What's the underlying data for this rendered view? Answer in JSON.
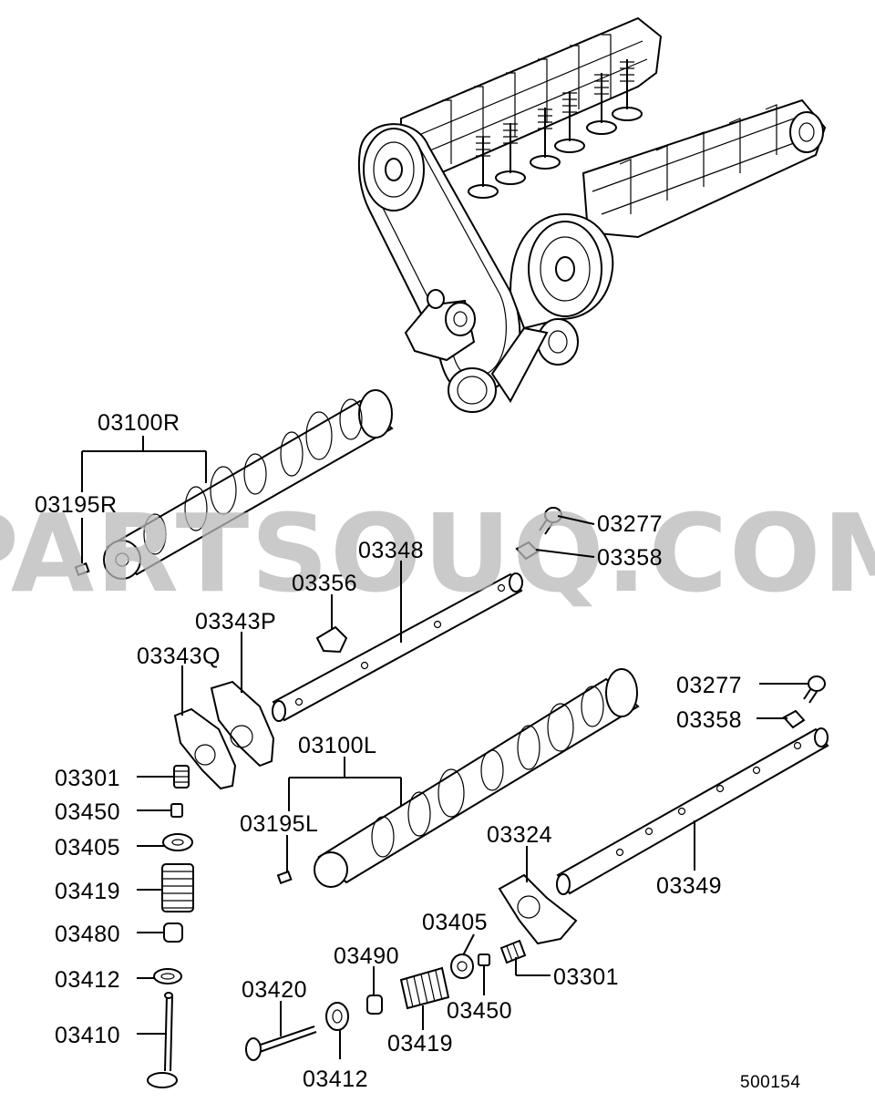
{
  "watermark": "PARTSOUQ.COM",
  "diagram_code": "500154",
  "labels": {
    "p03100R": "03100R",
    "p03195R": "03195R",
    "p03277a": "03277",
    "p03358a": "03358",
    "p03348": "03348",
    "p03356": "03356",
    "p03343P": "03343P",
    "p03343Q": "03343Q",
    "p03277b": "03277",
    "p03358b": "03358",
    "p03301a": "03301",
    "p03100L": "03100L",
    "p03450a": "03450",
    "p03195L": "03195L",
    "p03324": "03324",
    "p03405a": "03405",
    "p03419a": "03419",
    "p03349": "03349",
    "p03480": "03480",
    "p03405b": "03405",
    "p03490": "03490",
    "p03412a": "03412",
    "p03301b": "03301",
    "p03420": "03420",
    "p03450b": "03450",
    "p03410": "03410",
    "p03419b": "03419",
    "p03412b": "03412"
  }
}
